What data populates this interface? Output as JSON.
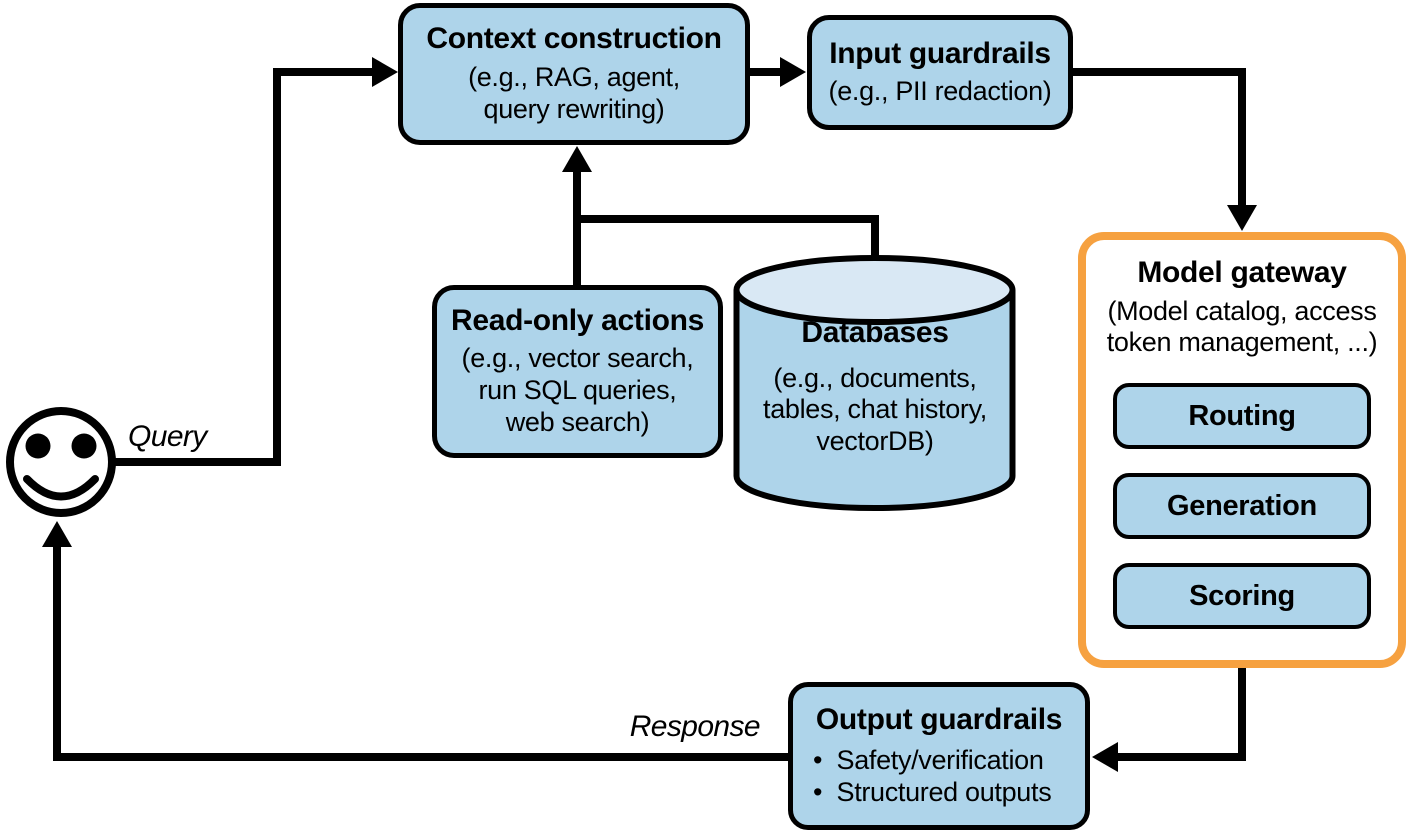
{
  "labels": {
    "query": "Query",
    "response": "Response"
  },
  "nodes": {
    "context_construction": {
      "title": "Context construction",
      "subtitle": "(e.g., RAG, agent,\nquery rewriting)"
    },
    "input_guardrails": {
      "title": "Input guardrails",
      "subtitle": "(e.g., PII redaction)"
    },
    "model_gateway": {
      "title": "Model gateway",
      "subtitle": "(Model catalog, access\ntoken management, ...)",
      "sub_boxes": [
        "Routing",
        "Generation",
        "Scoring"
      ]
    },
    "read_only_actions": {
      "title": "Read-only actions",
      "subtitle": "(e.g., vector search,\nrun SQL queries,\nweb search)"
    },
    "databases": {
      "title": "Databases",
      "subtitle": "(e.g., documents,\ntables, chat history,\nvectorDB)"
    },
    "output_guardrails": {
      "title": "Output guardrails",
      "bullets": [
        "Safety/verification",
        "Structured outputs"
      ]
    }
  },
  "colors": {
    "node_fill": "#aed4ea",
    "node_border": "#000000",
    "gateway_border": "#f6a140",
    "cylinder_top_fill": "#d9e8f4",
    "line": "#000000"
  }
}
